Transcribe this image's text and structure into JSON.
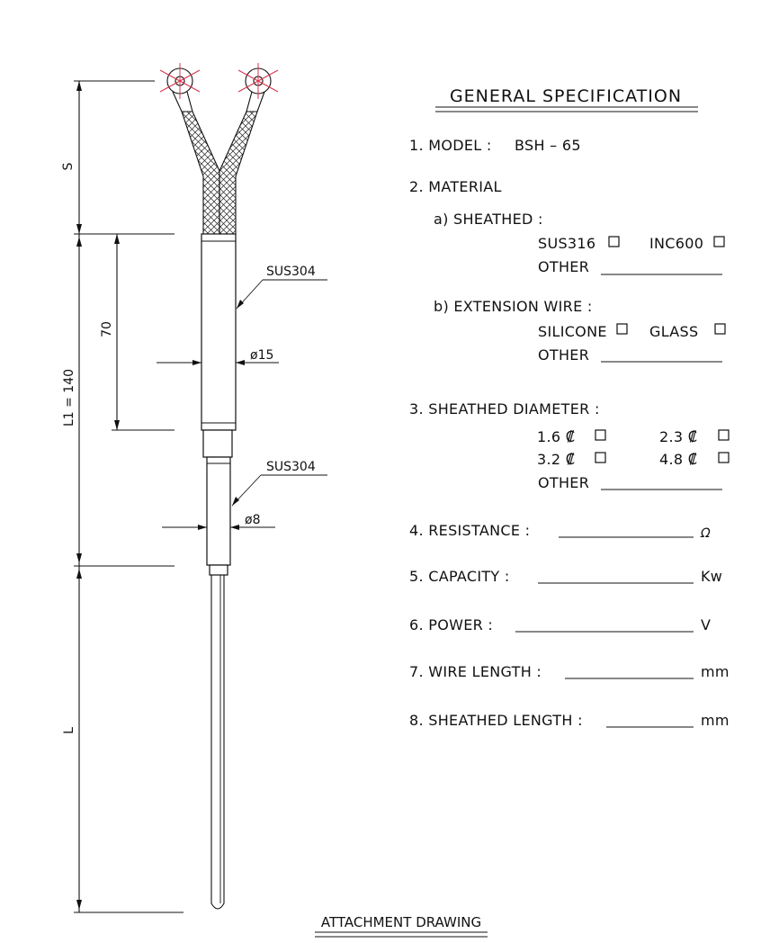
{
  "drawing": {
    "labels": {
      "dim_s": "S",
      "dim_l1": "L1 = 140",
      "dim_70": "70",
      "dim_l": "L",
      "sus304_upper": "SUS304",
      "sus304_lower": "SUS304",
      "dia_15": "ø15",
      "dia_8": "ø8"
    },
    "caption": "ATTACHMENT DRAWING"
  },
  "spec": {
    "title": "GENERAL SPECIFICATION",
    "model": {
      "label": "1. MODEL :",
      "value": "BSH  –  65"
    },
    "material": {
      "label": "2. MATERIAL",
      "sheathed": {
        "label": "a) SHEATHED :",
        "options": [
          "SUS316",
          "INC600"
        ],
        "other": "OTHER"
      },
      "extension": {
        "label": "b) EXTENSION WIRE :",
        "options": [
          "SILICONE",
          "GLASS"
        ],
        "other": "OTHER"
      }
    },
    "diameter": {
      "label": "3. SHEATHED DIAMETER :",
      "options": [
        "1.6 ₡",
        "2.3 ₡",
        "3.2 ₡",
        "4.8 ₡"
      ],
      "other": "OTHER"
    },
    "resistance": {
      "label": "4. RESISTANCE :",
      "unit": "Ω"
    },
    "capacity": {
      "label": "5. CAPACITY :",
      "unit": "Kw"
    },
    "power": {
      "label": "6. POWER :",
      "unit": "V"
    },
    "wire_length": {
      "label": "7. WIRE LENGTH :",
      "unit": "mm"
    },
    "sheathed_length": {
      "label": "8. SHEATHED LENGTH :",
      "unit": "mm"
    }
  }
}
